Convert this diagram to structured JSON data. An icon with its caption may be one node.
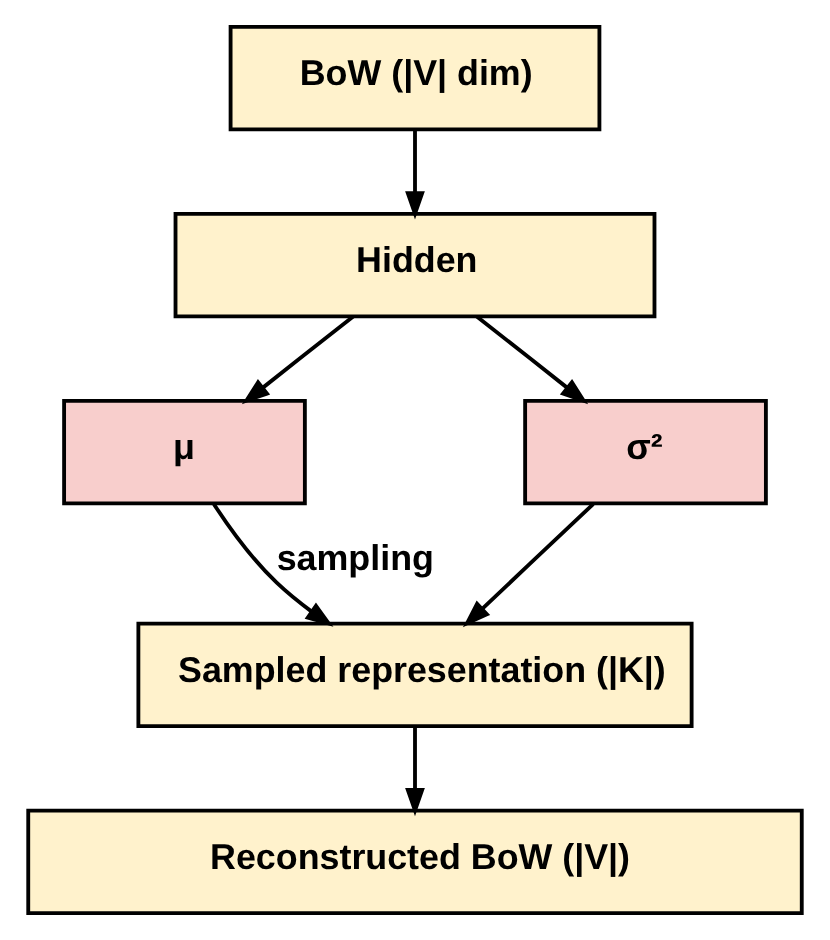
{
  "diagram": {
    "nodes": [
      {
        "text": [
          "BoW (|V| dim)"
        ]
      },
      {
        "text": [
          "Hidden"
        ]
      },
      {
        "text": [
          "μ"
        ]
      },
      {
        "text": [
          "σ²"
        ]
      },
      {
        "text": [
          "Sampled representation (|K|)"
        ]
      },
      {
        "text": [
          "Reconstructed BoW (|V|)"
        ]
      }
    ],
    "edges": [
      {
        "from": 0,
        "to": 1,
        "arrow": "to"
      },
      {
        "from": 1,
        "to": 2,
        "arrow": "to"
      },
      {
        "from": 1,
        "to": 3,
        "arrow": "to"
      },
      {
        "from": 2,
        "to": 4,
        "arrow": "to",
        "label": "sampling"
      },
      {
        "from": 3,
        "to": 4,
        "arrow": "to"
      },
      {
        "from": 4,
        "to": 5,
        "arrow": "to"
      }
    ]
  }
}
